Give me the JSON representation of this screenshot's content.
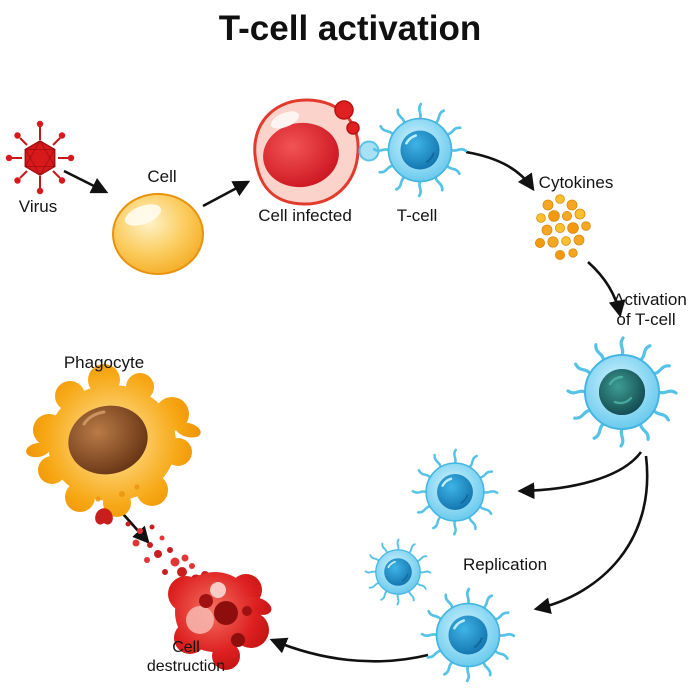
{
  "title": "T-cell activation",
  "labels": {
    "virus": "Virus",
    "cell": "Cell",
    "cell_infected": "Cell infected",
    "t_cell": "T-cell",
    "cytokines": "Cytokines",
    "activation_line1": "Activation",
    "activation_line2": "of T-cell",
    "replication": "Replication",
    "phagocyte": "Phagocyte",
    "destruction_line1": "Cell",
    "destruction_line2": "destruction"
  },
  "colors": {
    "background": "#ffffff",
    "virus_red": "#d7191c",
    "cell_yellow": "#f3a61c",
    "infected_red": "#c8101c",
    "t_cell_blue": "#5bc2e8",
    "t_cell_nucleus": "#1581be",
    "activated_nucleus": "#0c3d46",
    "cytokine_orange": "#f5a623",
    "phagocyte_orange": "#f7a816",
    "phagocyte_nucleus": "#6b3413",
    "destruction_red": "#dd2020",
    "arrow_black": "#111111",
    "text_black": "#141414"
  }
}
